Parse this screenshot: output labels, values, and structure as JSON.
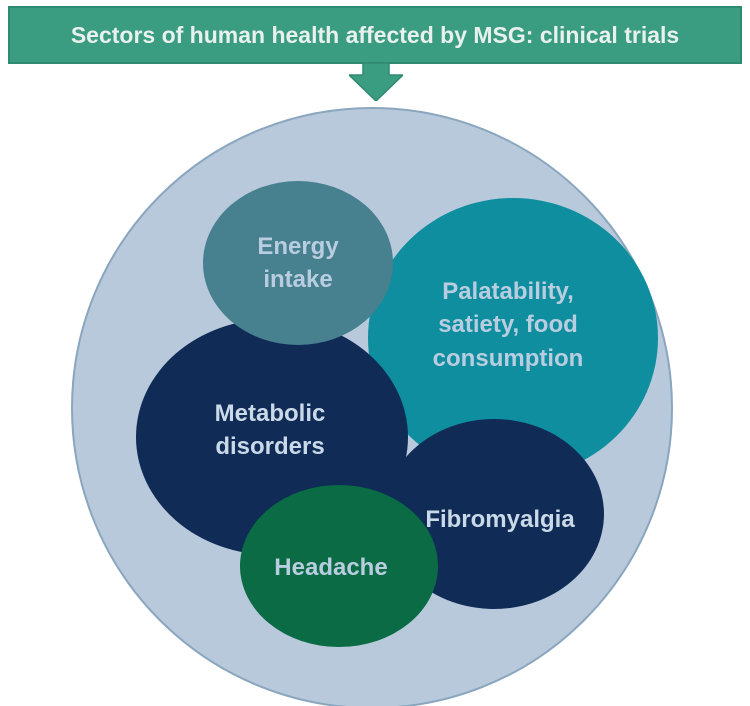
{
  "title": "Sectors of human health affected by MSG: clinical trials",
  "colors": {
    "banner": "#3a9c80",
    "banner_border": "#2f8a72",
    "outer_circle": "#b7c9db",
    "outer_circle_border": "#8aa6bf",
    "label_light": "#b9cde0",
    "label_dark_bg": "#c9d9e8"
  },
  "sectors": {
    "palatability": {
      "label": "Palatability,\nsatiety, food\nconsumption",
      "color": "#0e8e9e"
    },
    "energy": {
      "label": "Energy\nintake",
      "color": "#47808e"
    },
    "metabolic": {
      "label": "Metabolic\ndisorders",
      "color": "#0f2b56"
    },
    "fibromyalgia": {
      "label": "Fibromyalgia",
      "color": "#0f2b56"
    },
    "headache": {
      "label": "Headache",
      "color": "#0a6b44"
    }
  }
}
